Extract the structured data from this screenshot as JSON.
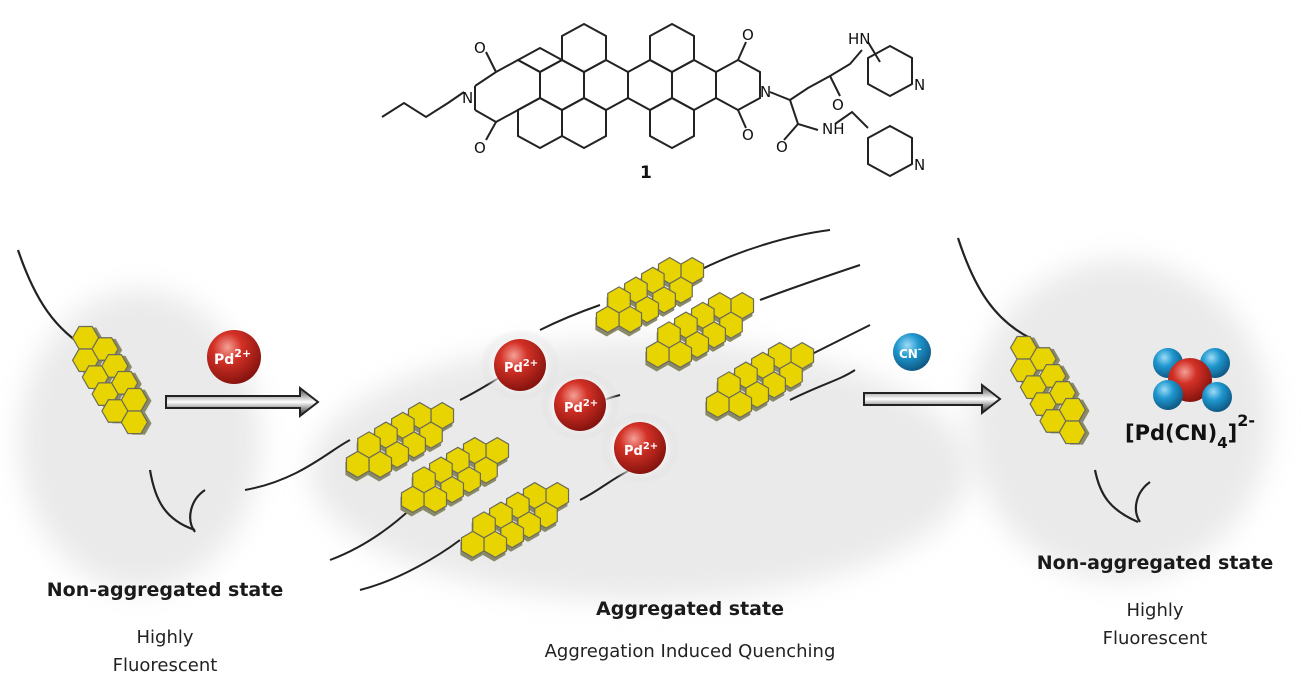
{
  "molecule": {
    "compound_number": "1",
    "atoms": {
      "oxygen": "O",
      "nitrogen": "N",
      "amide_nh": "HN",
      "amide_nh2": "NH"
    }
  },
  "ions": {
    "pd_charge": "2+",
    "pd_symbol": "Pd",
    "cn_symbol": "CN",
    "cn_charge": "-",
    "complex_formula": "[Pd(CN)",
    "complex_sub": "4",
    "complex_close": "]",
    "complex_charge": "2-"
  },
  "states": {
    "left": {
      "title": "Non-aggregated state",
      "line1": "Highly",
      "line2": "Fluorescent"
    },
    "middle": {
      "title": "Aggregated state",
      "line1": "Aggregation Induced Quenching"
    },
    "right": {
      "title": "Non-aggregated state",
      "line1": "Highly",
      "line2": "Fluorescent"
    }
  },
  "colors": {
    "hexagon_fill": "#e8d400",
    "hexagon_stroke": "#6b6b5a",
    "pd_sphere": "#c0221a",
    "cn_sphere": "#1b8fc6",
    "line": "#222222"
  }
}
